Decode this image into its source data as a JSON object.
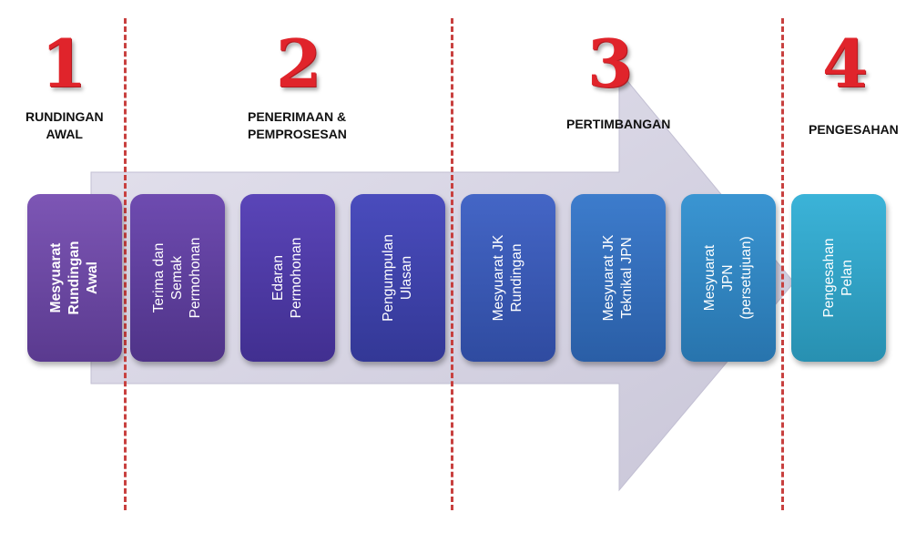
{
  "colors": {
    "number": "#e0242b",
    "divider": "#c8403f",
    "arrow": "#d6d4e3"
  },
  "stages": [
    {
      "number": "1",
      "title": "RUNDINGAN\nAWAL"
    },
    {
      "number": "2",
      "title": "PENERIMAAN &\nPEMPROSESAN"
    },
    {
      "number": "3",
      "title": "PERTIMBANGAN"
    },
    {
      "number": "4",
      "title": "PENGESAHAN"
    }
  ],
  "steps": [
    {
      "label": "Mesyuarat\nRundingan Awal",
      "color_top": "#7d56b5",
      "color_bottom": "#5a3a8f"
    },
    {
      "label": "Terima dan Semak\nPermohonan",
      "color_top": "#6e4bb0",
      "color_bottom": "#4f3388"
    },
    {
      "label": "Edaran\nPermohonan",
      "color_top": "#5a45b8",
      "color_bottom": "#412f90"
    },
    {
      "label": "Pengumpulan\nUlasan",
      "color_top": "#4a4cbd",
      "color_bottom": "#333896"
    },
    {
      "label": "Mesyuarat JK\nRundingan",
      "color_top": "#4466c6",
      "color_bottom": "#2f4ba0"
    },
    {
      "label": "Mesyuarat JK\nTeknikal JPN",
      "color_top": "#3d7ccc",
      "color_bottom": "#2a5ea6"
    },
    {
      "label": "Mesyuarat JPN\n(persetujuan)",
      "color_top": "#3a95d2",
      "color_bottom": "#2874ad"
    },
    {
      "label": "Pengesahan Pelan",
      "color_top": "#3bb3d8",
      "color_bottom": "#2890b1"
    }
  ]
}
